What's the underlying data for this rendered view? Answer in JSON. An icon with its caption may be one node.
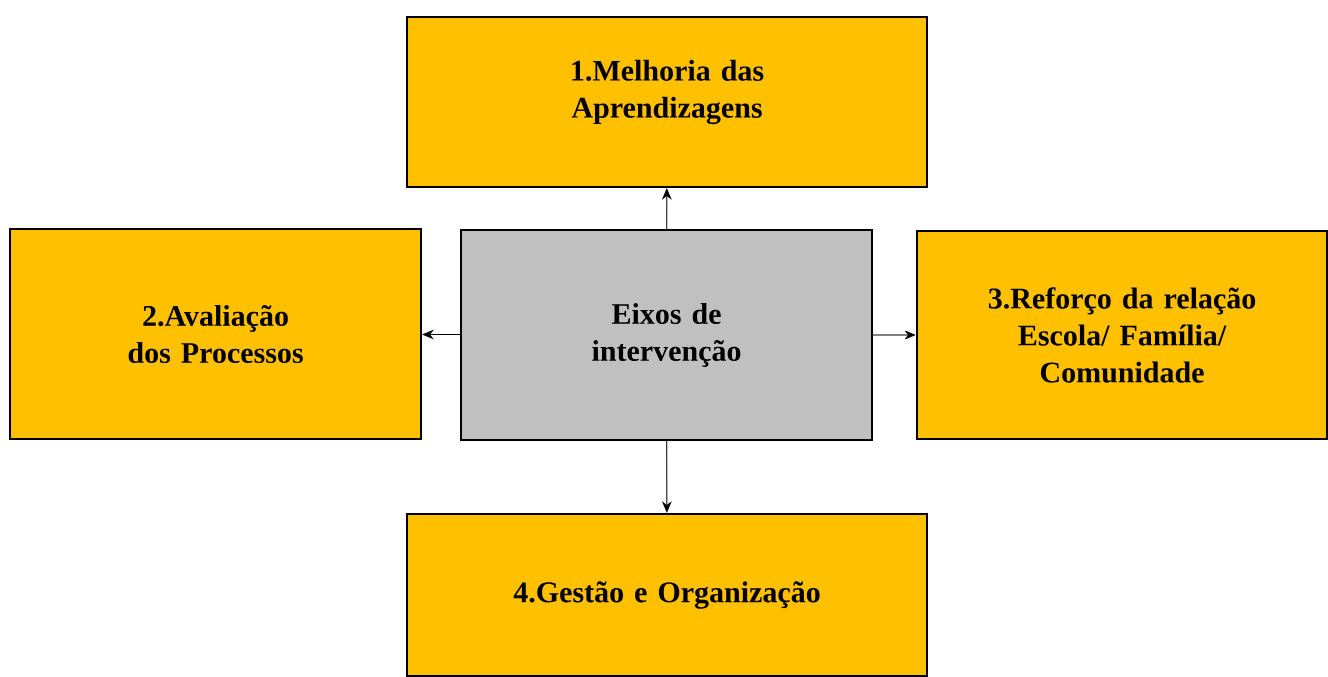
{
  "diagram": {
    "nodes": [
      {
        "text": [
          "1.Melhoria das Aprendizagens"
        ]
      },
      {
        "text": [
          "2.Avaliação dos Processos"
        ]
      },
      {
        "text": [
          "Eixos de intervenção"
        ]
      },
      {
        "text": [
          "3.Reforço da relação Escola/ Família/ Comunidade"
        ]
      },
      {
        "text": [
          "4.Gestão e Organização"
        ]
      }
    ],
    "edges": [
      {
        "from": 2,
        "to": 0,
        "arrow": "to"
      },
      {
        "from": 2,
        "to": 1,
        "arrow": "to"
      },
      {
        "from": 2,
        "to": 3,
        "arrow": "to"
      },
      {
        "from": 2,
        "to": 4,
        "arrow": "to"
      }
    ]
  }
}
